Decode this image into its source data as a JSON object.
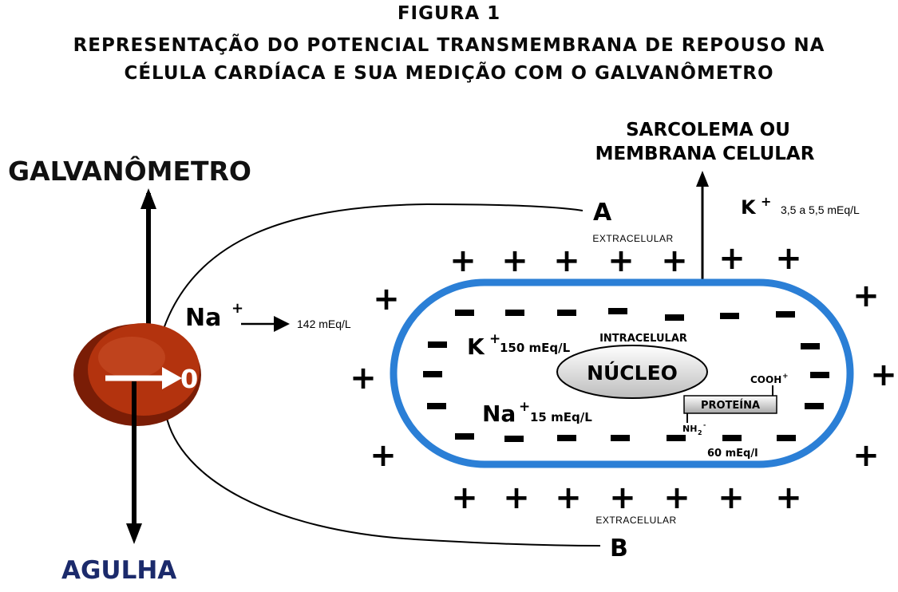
{
  "header": {
    "figure_label": "FIGURA 1",
    "title_line1": "REPRESENTAÇÃO DO POTENCIAL TRANSMEMBRANA DE REPOUSO NA",
    "title_line2": "CÉLULA CARDÍACA E SUA MEDIÇÃO COM O GALVANÔMETRO"
  },
  "labels": {
    "galvanometer": "GALVANÔMETRO",
    "needle": "AGULHA",
    "sarcolemma_line1": "SARCOLEMA OU",
    "sarcolemma_line2": "MEMBRANA CELULAR",
    "point_a": "A",
    "point_b": "B",
    "extracellular_top": "EXTRACELULAR",
    "extracellular_bottom": "EXTRACELULAR",
    "intracellular": "INTRACELULAR",
    "nucleus": "NÚCLEO",
    "protein": "PROTEÍNA",
    "cooh": "COOH",
    "cooh_sup": "+",
    "nh2": "NH",
    "nh2_sub": "2",
    "nh2_sup": "-",
    "protein_conc": "60 mEq/l",
    "dial_value": "0"
  },
  "ions": {
    "k_out": {
      "symbol": "K",
      "charge": "+",
      "value": "3,5 a 5,5 mEq/L"
    },
    "na_out": {
      "symbol": "Na",
      "charge": "+",
      "value": "142 mEq/L"
    },
    "k_in": {
      "symbol": "K",
      "charge": "+",
      "value": "150 mEq/L"
    },
    "na_in": {
      "symbol": "Na",
      "charge": "+",
      "value": "15 mEq/L"
    }
  },
  "colors": {
    "membrane": "#2b7fd6",
    "galvanometer_body": "#b3330e",
    "galvanometer_dark": "#7a1d06",
    "title_text": "#0a0a0a",
    "needle_text": "#1b2a6b"
  },
  "signs": {
    "outside": "+",
    "inside": "−"
  }
}
